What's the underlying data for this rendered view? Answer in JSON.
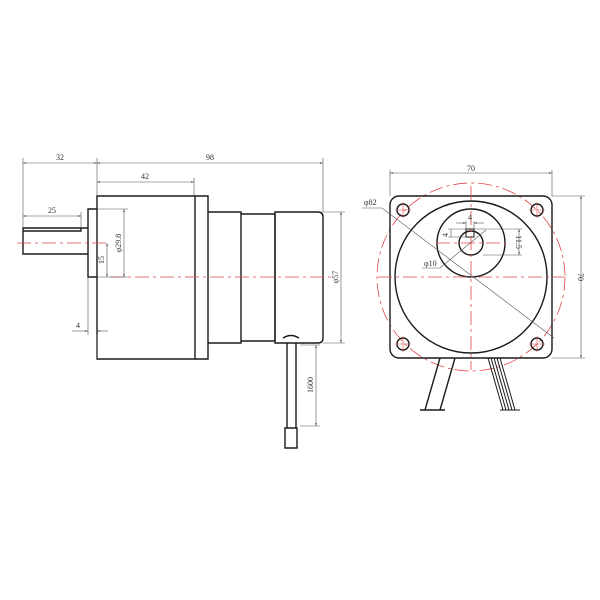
{
  "side_view": {
    "dims": {
      "shaft_length_total": "32",
      "overall_length": "98",
      "gearbox_length": "42",
      "shaft_key_length": "25",
      "pilot_diameter": "φ29.8",
      "shaft_offset": "15",
      "pilot_thickness": "4",
      "motor_diameter": "φ57",
      "lead_length": "1600"
    }
  },
  "front_view": {
    "dims": {
      "width": "70",
      "height": "70",
      "bolt_circle": "φ82",
      "shaft_diameter": "φ10",
      "key_width": "4",
      "key_height": "4",
      "shaft_key_depth": "11.5"
    }
  },
  "colors": {
    "outline": "#1a1a1a",
    "centerline": "#e04848"
  }
}
